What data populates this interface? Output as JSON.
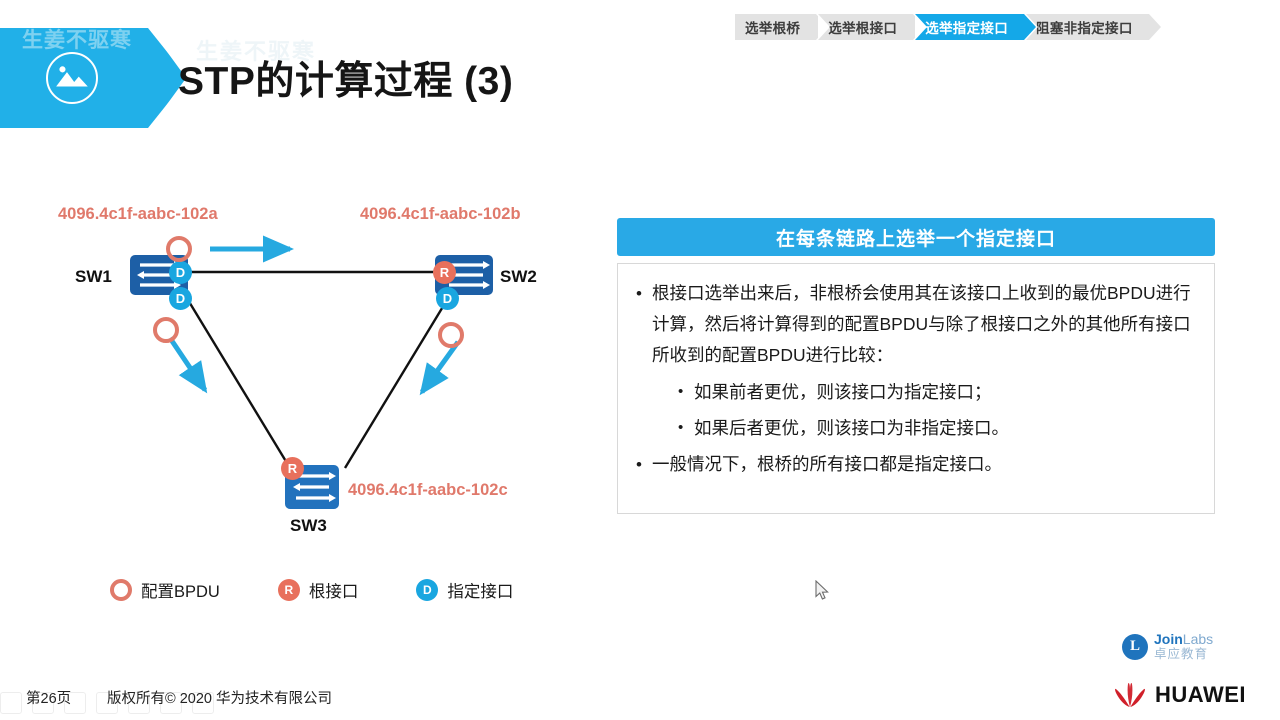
{
  "slide": {
    "title": "STP的计算过程 (3)",
    "title_watermark": "生姜不驱寒",
    "banner_watermark": "生姜不驱寒",
    "banner_icon": "photo-icon"
  },
  "steps": [
    {
      "label": "选举根桥",
      "active": false
    },
    {
      "label": "选举根接口",
      "active": false
    },
    {
      "label": "选举指定接口",
      "active": true
    },
    {
      "label": "阻塞非指定接口",
      "active": false
    }
  ],
  "panel": {
    "header": "在每条链路上选举一个指定接口",
    "bullets": [
      {
        "level": 1,
        "text": "根接口选举出来后，非根桥会使用其在该接口上收到的最优BPDU进行计算，然后将计算得到的配置BPDU与除了根接口之外的其他所有接口所收到的配置BPDU进行比较："
      },
      {
        "level": 2,
        "text": "如果前者更优，则该接口为指定接口；"
      },
      {
        "level": 2,
        "text": "如果后者更优，则该接口为非指定接口。"
      },
      {
        "level": 1,
        "text": "一般情况下，根桥的所有接口都是指定接口。"
      }
    ]
  },
  "diagram": {
    "switches": [
      {
        "id": "sw1",
        "name": "SW1",
        "mac": "4096.4c1f-aabc-102a"
      },
      {
        "id": "sw2",
        "name": "SW2",
        "mac": "4096.4c1f-aabc-102b"
      },
      {
        "id": "sw3",
        "name": "SW3",
        "mac": "4096.4c1f-aabc-102c"
      }
    ],
    "ports": [
      {
        "switch": "sw1",
        "role": "D"
      },
      {
        "switch": "sw1",
        "role": "D"
      },
      {
        "switch": "sw2",
        "role": "R"
      },
      {
        "switch": "sw2",
        "role": "D"
      },
      {
        "switch": "sw3",
        "role": "R"
      }
    ],
    "bpdu_markers": 3,
    "links": [
      {
        "from": "SW1",
        "to": "SW2"
      },
      {
        "from": "SW1",
        "to": "SW3"
      },
      {
        "from": "SW2",
        "to": "SW3"
      }
    ]
  },
  "legend": [
    {
      "icon": "hollow-circle",
      "label": "配置BPDU"
    },
    {
      "icon": "r-badge",
      "label": "根接口"
    },
    {
      "icon": "d-badge",
      "label": "指定接口"
    }
  ],
  "footer": {
    "page": "第26页",
    "copyright": "版权所有© 2020 华为技术有限公司"
  },
  "logos": {
    "joinlabs_mark": "L",
    "joinlabs_name_bold": "Join",
    "joinlabs_name_light": "Labs",
    "joinlabs_cn": "卓应教育",
    "huawei_name": "HUAWEI"
  },
  "colors": {
    "accent_cyan": "#29a9e6",
    "banner_cyan": "#21b0e8",
    "switch_blue": "#1d5fa6",
    "mac_red": "#e0796b",
    "port_red": "#e8705c",
    "port_cyan": "#19a6e0",
    "huawei_red": "#d0202a"
  }
}
